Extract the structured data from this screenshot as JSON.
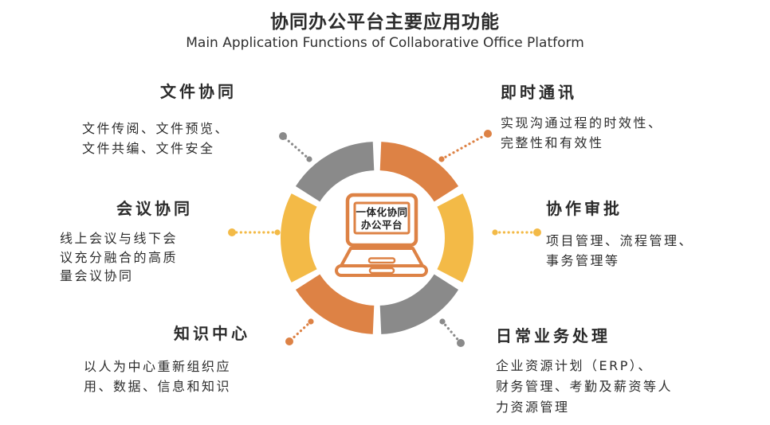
{
  "title": "协同办公平台主要应用功能",
  "subtitle": "Main Application Functions of Collaborative Office Platform",
  "colors": {
    "orange": "#DD8245",
    "yellow": "#F3BA47",
    "gray": "#8A8A8A",
    "text": "#2b2b2b"
  },
  "center": {
    "label_line1": "一体化协同",
    "label_line2": "办公平台"
  },
  "sections": [
    {
      "id": "file-collaboration",
      "title": "文件协同",
      "color": "gray",
      "lines": [
        "文件传阅、文件预览、",
        "文件共编、文件安全"
      ]
    },
    {
      "id": "instant-messaging",
      "title": "即时通讯",
      "color": "orange",
      "lines": [
        "实现沟通过程的时效性、",
        "完整性和有效性"
      ]
    },
    {
      "id": "meeting-collaboration",
      "title": "会议协同",
      "color": "yellow",
      "lines": [
        "线上会议与线下会",
        "议充分融合的高质",
        "量会议协同"
      ]
    },
    {
      "id": "collaborative-approval",
      "title": "协作审批",
      "color": "yellow",
      "lines": [
        "项目管理、流程管理、",
        "事务管理等"
      ]
    },
    {
      "id": "knowledge-center",
      "title": "知识中心",
      "color": "orange",
      "lines": [
        "以人为中心重新组织应",
        "用、数据、信息和知识"
      ]
    },
    {
      "id": "daily-business-processing",
      "title": "日常业务处理",
      "color": "gray",
      "lines": [
        "企业资源计划（ERP）、",
        "财务管理、考勤及薪资等人",
        "力资源管理"
      ]
    }
  ]
}
